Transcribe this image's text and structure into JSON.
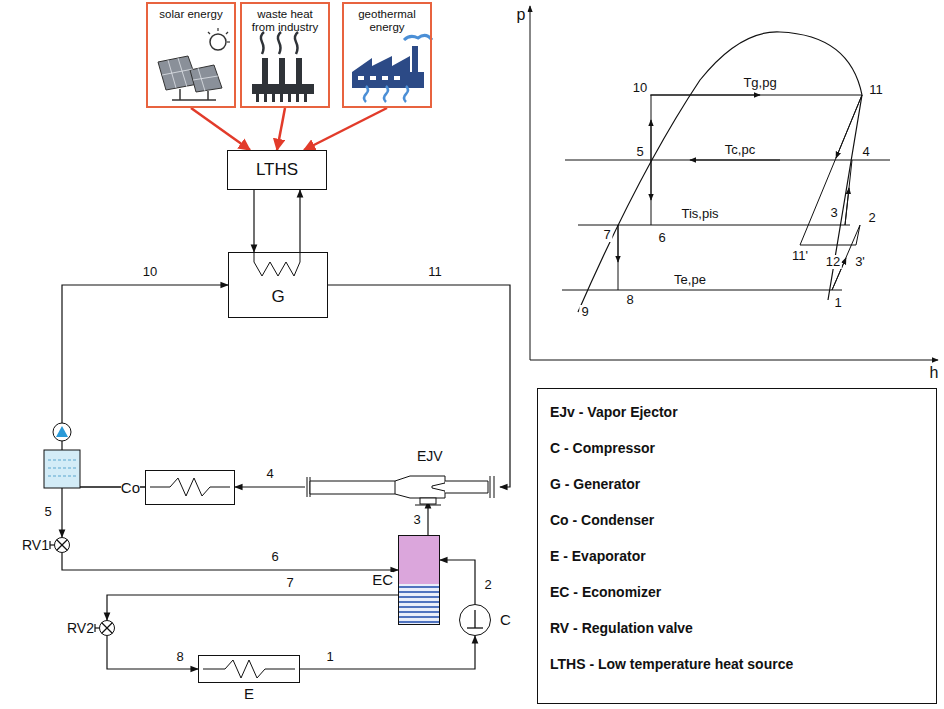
{
  "diagram": {
    "nodes": [
      {
        "text": [
          "solar energy"
        ]
      },
      {
        "text": [
          "waste heat from industry"
        ]
      },
      {
        "text": [
          "geothermal energy"
        ]
      },
      {
        "text": [
          "LTHS"
        ]
      },
      {
        "text": [
          "G"
        ]
      },
      {
        "text": [
          "EJV"
        ]
      },
      {
        "text": [
          "Co"
        ]
      },
      {
        "text": [
          "RV1"
        ]
      },
      {
        "text": [
          "EC"
        ]
      },
      {
        "text": [
          "C"
        ]
      },
      {
        "text": [
          "RV2"
        ]
      },
      {
        "text": [
          "E"
        ]
      },
      {
        "text": [
          "EJv - Vapor Ejector",
          "C - Compressor",
          "G - Generator",
          "Co - Condenser",
          "E - Evaporator",
          "EC - Economizer",
          "RV - Regulation valve",
          "LTHS - Low temperature heat source"
        ]
      }
    ],
    "edges": [
      {
        "from": 0,
        "to": 3,
        "arrow": "to"
      },
      {
        "from": 1,
        "to": 3,
        "arrow": "to"
      },
      {
        "from": 2,
        "to": 3,
        "arrow": "to"
      },
      {
        "from": 3,
        "to": 4,
        "arrow": "to"
      },
      {
        "from": 4,
        "to": 3,
        "arrow": "to"
      },
      {
        "from": 4,
        "to": 5,
        "arrow": "to"
      },
      {
        "from": 5,
        "to": 6,
        "arrow": "to"
      },
      {
        "from": 6,
        "to": 4,
        "arrow": "to"
      },
      {
        "from": 6,
        "to": 7,
        "arrow": "to"
      },
      {
        "from": 7,
        "to": 8,
        "arrow": "to"
      },
      {
        "from": 8,
        "to": 5,
        "arrow": "to"
      },
      {
        "from": 8,
        "to": 10,
        "arrow": "to"
      },
      {
        "from": 10,
        "to": 11,
        "arrow": "to"
      },
      {
        "from": 11,
        "to": 9,
        "arrow": "to"
      },
      {
        "from": 9,
        "to": 8,
        "arrow": "to"
      }
    ],
    "labels": [
      "10",
      "11",
      "4",
      "5",
      "6",
      "7",
      "3",
      "2",
      "8",
      "1",
      "p",
      "h",
      "Tg,pg",
      "10",
      "11",
      "Tc,pc",
      "5",
      "4",
      "Tis,pis",
      "7",
      "6",
      "11'",
      "12",
      "3'",
      "3",
      "2",
      "Te,pe",
      "9",
      "8",
      "1"
    ]
  }
}
